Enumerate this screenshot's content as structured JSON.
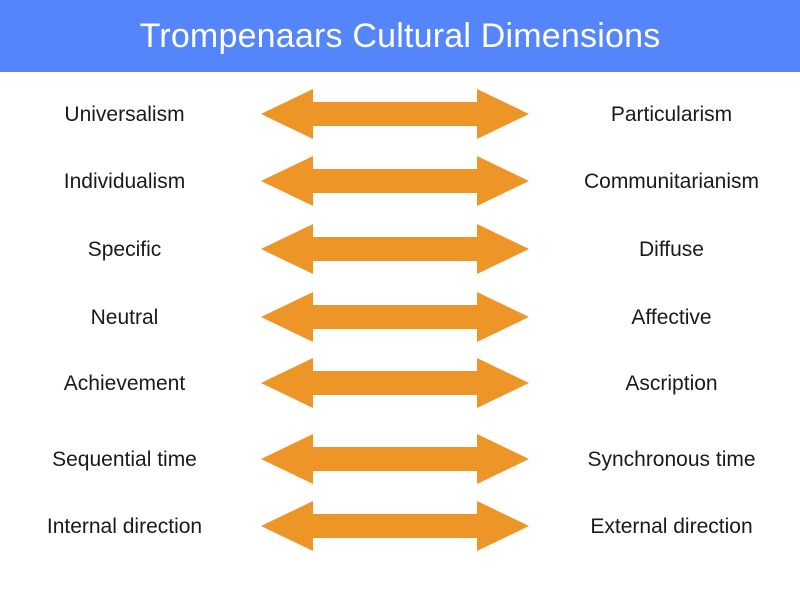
{
  "header": {
    "title": "Trompenaars Cultural Dimensions",
    "background_color": "#5485FA",
    "text_color": "#FFFFFF"
  },
  "theme": {
    "page_background": "#FFFFFF",
    "arrow_color": "#ED9526",
    "label_color": "#1A1A1A"
  },
  "diagram": {
    "type": "paired-continuum",
    "connector_icon": "double-headed-arrow-icon",
    "rows": [
      {
        "left": "Universalism",
        "right": "Particularism"
      },
      {
        "left": "Individualism",
        "right": "Communitarianism"
      },
      {
        "left": "Specific",
        "right": "Diffuse"
      },
      {
        "left": "Neutral",
        "right": "Affective"
      },
      {
        "left": "Achievement",
        "right": "Ascription"
      },
      {
        "left": "Sequential time",
        "right": "Synchronous time"
      },
      {
        "left": "Internal direction",
        "right": "External direction"
      }
    ]
  }
}
